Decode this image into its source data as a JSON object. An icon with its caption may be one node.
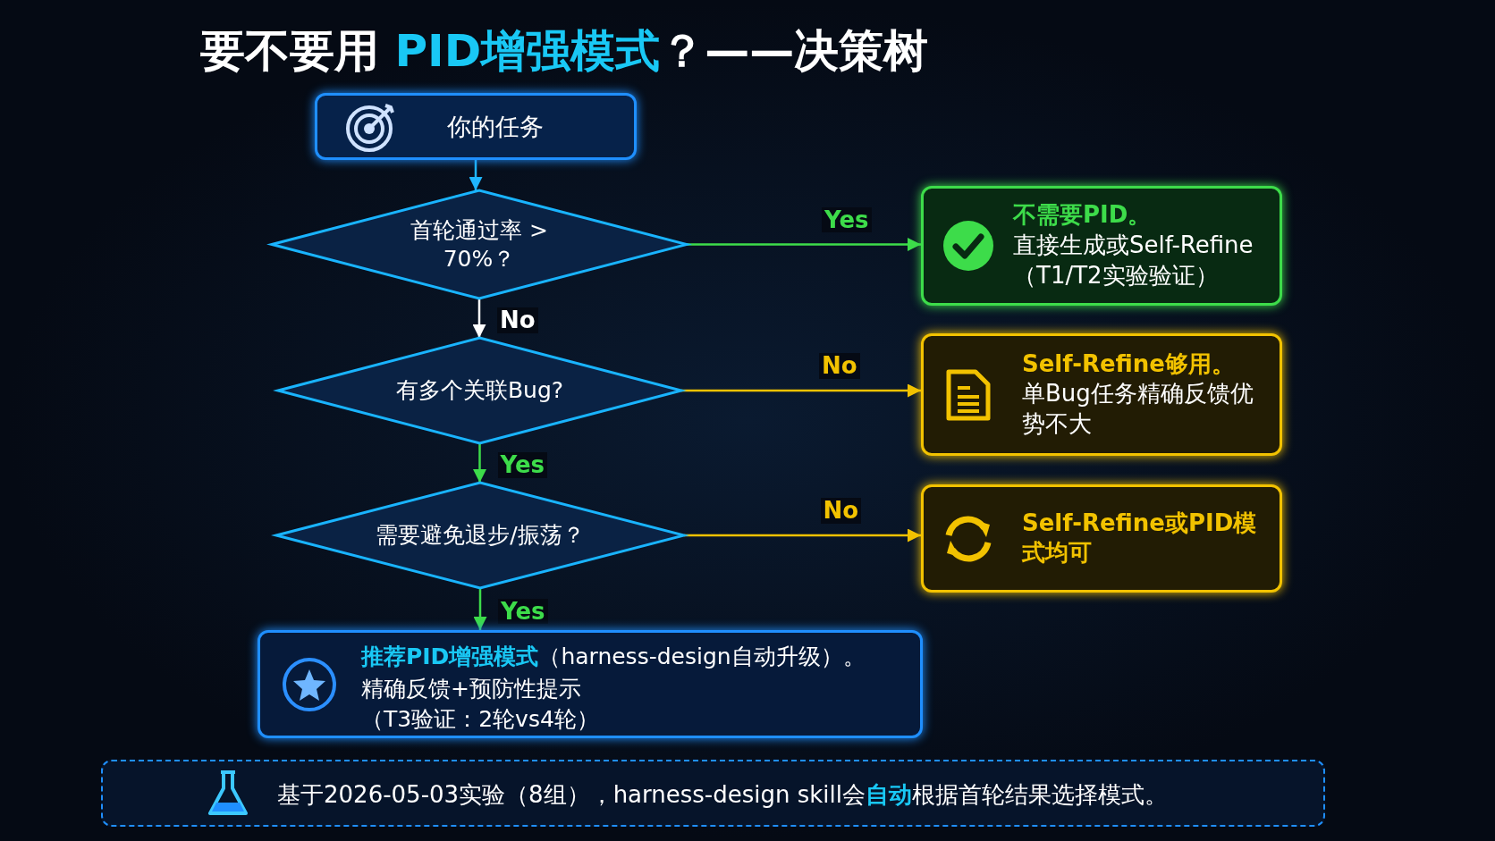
{
  "diagram": {
    "title": "要不要用 **PID增强模式**？——决策树",
    "nodes": [
      {
        "text": [
          "你的任务"
        ]
      },
      {
        "text": [
          "首轮通过率 > 70%？"
        ]
      },
      {
        "text": [
          "不需要PID。",
          "直接生成或Self-Refine（T1/T2实验验证）"
        ]
      },
      {
        "text": [
          "有多个关联Bug?"
        ]
      },
      {
        "text": [
          "Self-Refine够用。",
          "单Bug任务精确反馈优势不大"
        ]
      },
      {
        "text": [
          "需要避免退步/振荡？"
        ]
      },
      {
        "text": [
          "Self-Refine或PID模式均可"
        ]
      },
      {
        "text": [
          "**推荐PID增强模式**（harness-design自动升级）。",
          "精确反馈+预防性提示（T3验证：2轮vs4轮）"
        ]
      },
      {
        "text": [
          "基于2026-05-03实验（8组），harness-design skill会**自动**根据首轮结果选择模式。"
        ]
      }
    ],
    "edges": [
      {
        "from": 0,
        "to": 1,
        "arrow": "to",
        "color": "#1fb6ff"
      },
      {
        "from": 1,
        "to": 2,
        "arrow": "to",
        "label": "Yes",
        "color": "#3ddc4a"
      },
      {
        "from": 1,
        "to": 3,
        "arrow": "to",
        "label": "No",
        "color": "#ffffff"
      },
      {
        "from": 3,
        "to": 4,
        "arrow": "to",
        "label": "No",
        "color": "#f2c200"
      },
      {
        "from": 3,
        "to": 5,
        "arrow": "to",
        "label": "Yes",
        "color": "#3ddc4a"
      },
      {
        "from": 5,
        "to": 6,
        "arrow": "to",
        "label": "No",
        "color": "#f2c200"
      },
      {
        "from": 5,
        "to": 7,
        "arrow": "to",
        "label": "Yes",
        "color": "#3ddc4a"
      }
    ]
  }
}
